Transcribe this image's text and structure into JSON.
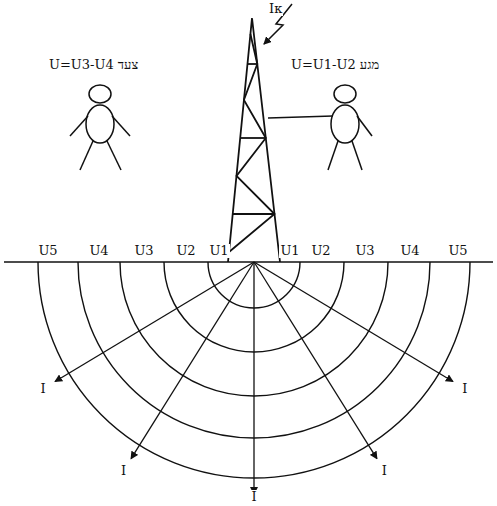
{
  "diagram": {
    "labels": [
      "Iк",
      "צעד U=U3-U4",
      "מגע U=U1-U2",
      "U5",
      "U4",
      "U3",
      "U2",
      "U1",
      "U1",
      "U2",
      "U3",
      "U4",
      "U5",
      "I",
      "I",
      "I",
      "I",
      "I"
    ]
  }
}
